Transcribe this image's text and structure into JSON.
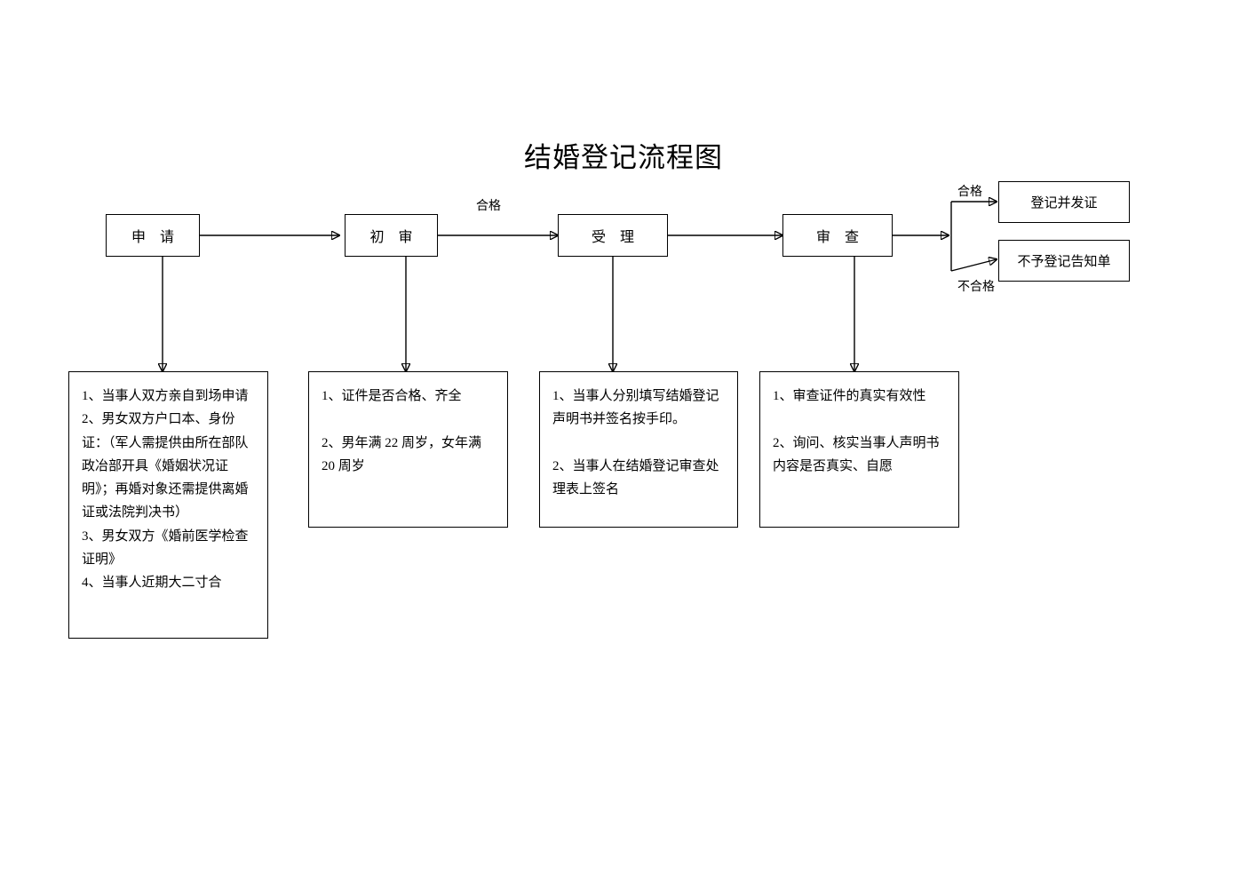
{
  "title": "结婚登记流程图",
  "stages": [
    {
      "id": "apply",
      "label": "申  请"
    },
    {
      "id": "first_review",
      "label": "初  审"
    },
    {
      "id": "accept",
      "label": "受  理"
    },
    {
      "id": "examine",
      "label": "审  查"
    }
  ],
  "results": [
    {
      "id": "issue",
      "label": "登记并发证"
    },
    {
      "id": "reject",
      "label": "不予登记告知单"
    }
  ],
  "edge_labels": [
    {
      "id": "pass-first",
      "text": "合格"
    },
    {
      "id": "pass-final",
      "text": "合格"
    },
    {
      "id": "fail-final",
      "text": "不合格"
    }
  ],
  "details": [
    {
      "id": "apply-detail",
      "text": "1、当事人双方亲自到场申请\n2、男女双方户口本、身份证：（军人需提供由所在部队政冶部开具《婚姻状况证明》；再婚对象还需提供离婚证或法院判决书）\n3、男女双方《婚前医学检查证明》\n4、当事人近期大二寸合"
    },
    {
      "id": "first-review-detail",
      "text": "1、证件是否合格、齐全\n\n2、男年满 22 周岁，女年满 20 周岁"
    },
    {
      "id": "accept-detail",
      "text": "1、当事人分别填写结婚登记声明书并签名按手印。\n\n2、当事人在结婚登记审查处理表上签名"
    },
    {
      "id": "examine-detail",
      "text": "1、审查证件的真实有效性\n\n2、询问、核实当事人声明书内容是否真实、自愿"
    }
  ]
}
